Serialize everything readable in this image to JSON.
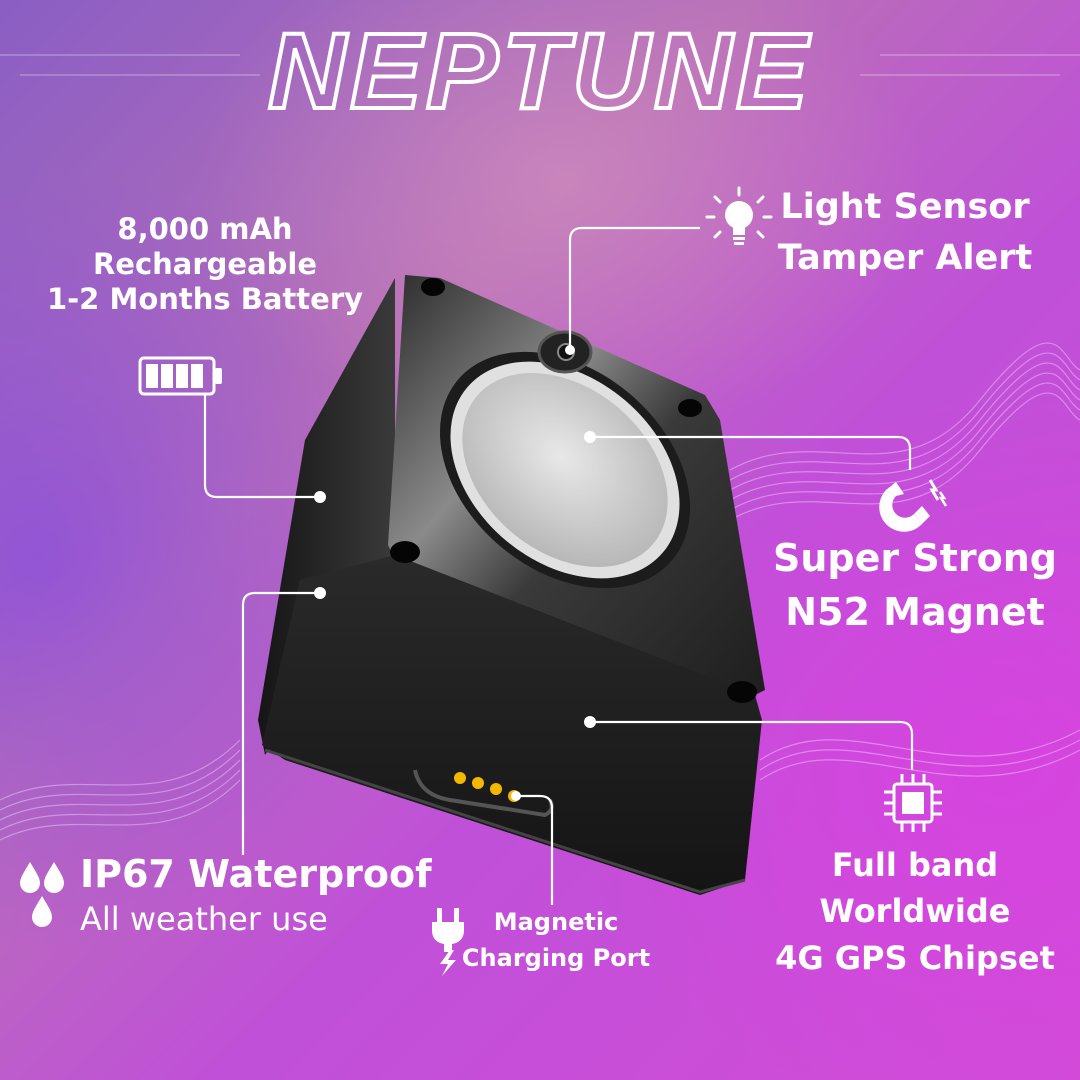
{
  "brand": {
    "title": "NEPTUNE"
  },
  "battery": {
    "line1": "8,000 mAh",
    "line2": "Rechargeable",
    "line3": "1-2 Months Battery",
    "icon": "battery-icon"
  },
  "light_sensor": {
    "line1": "Light Sensor",
    "line2": "Tamper Alert",
    "icon": "light-bulb-icon"
  },
  "magnet": {
    "line1": "Super Strong",
    "line2": "N52 Magnet",
    "icon": "magnet-icon"
  },
  "waterproof": {
    "line1": "IP67 Waterproof",
    "line2": "All weather use",
    "icon": "water-drops-icon"
  },
  "charging": {
    "line1": "Magnetic",
    "line2": "Charging Port",
    "icon": "plug-lightning-icon"
  },
  "chipset": {
    "line1": "Full band",
    "line2": "Worldwide",
    "line3": "4G GPS Chipset",
    "icon": "chip-icon"
  },
  "colors": {
    "text": "#ffffff",
    "device": "#1a1a1a",
    "pin": "#f5b800"
  }
}
